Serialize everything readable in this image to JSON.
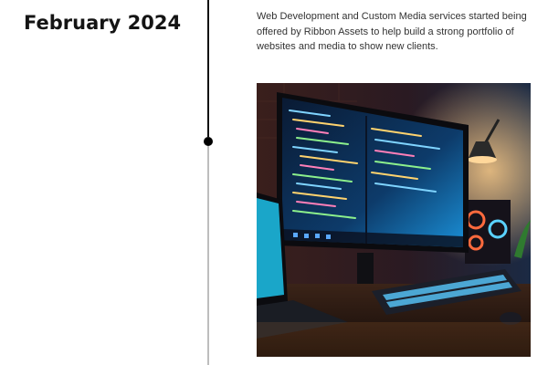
{
  "timeline": {
    "entry": {
      "date": "February 2024",
      "description": "Web Development and Custom Media services started being offered by Ribbon Assets to help build a strong portfolio of websites and media to show new clients."
    }
  },
  "colors": {
    "dot": "#000000",
    "line_upper": "#111111",
    "line_lower": "#bdbdbd",
    "heading": "#141414",
    "body_text": "#333333"
  },
  "icons": {
    "timeline_marker": "filled-circle"
  }
}
